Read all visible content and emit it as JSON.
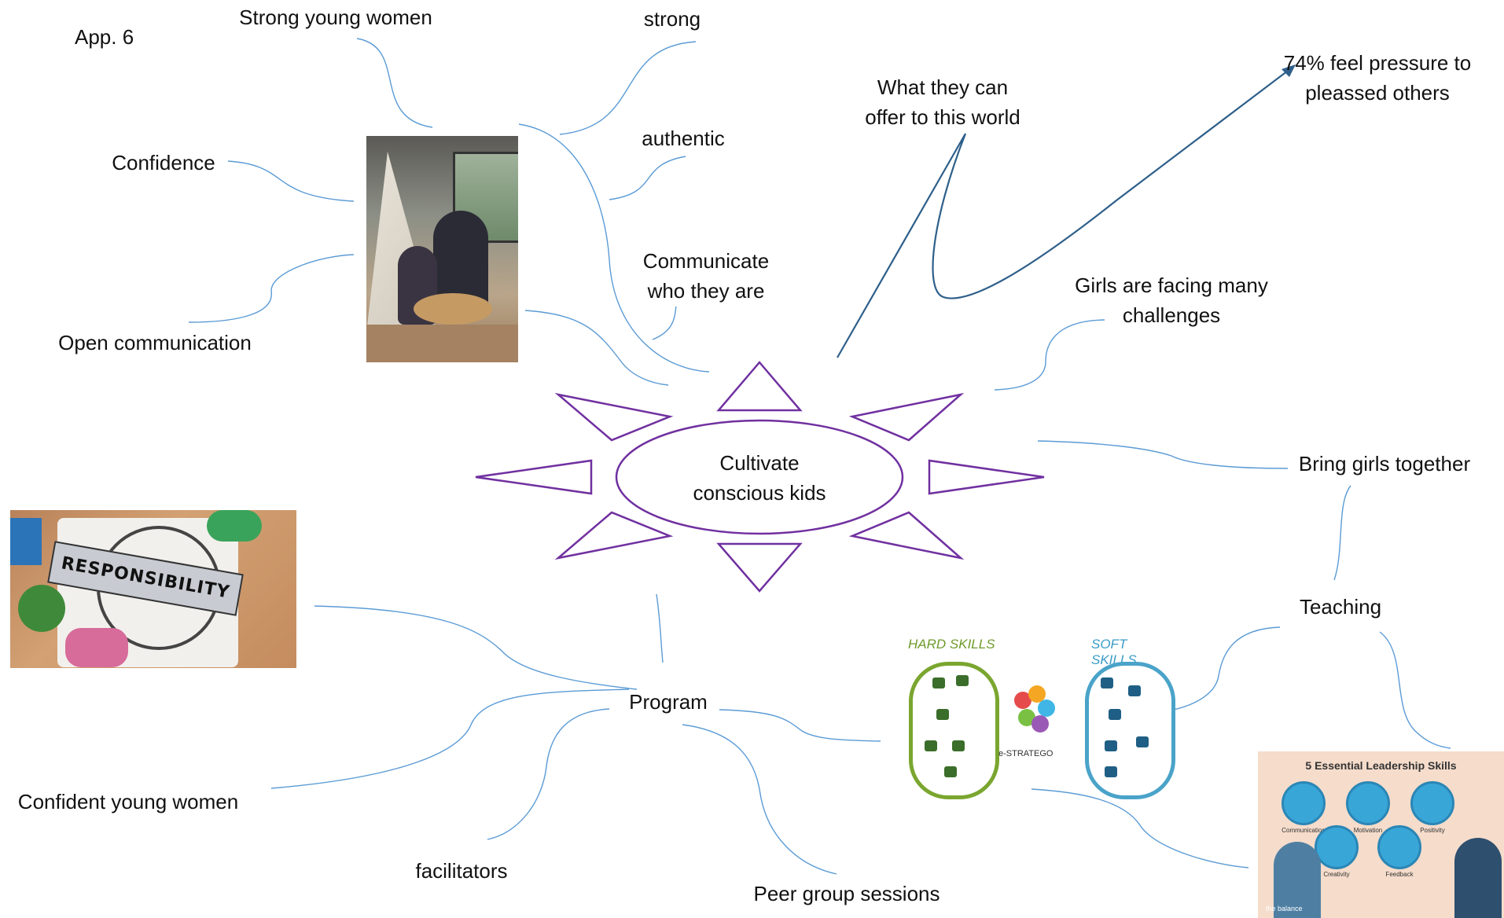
{
  "labels": {
    "app": "App. 6",
    "strong_young_women": "Strong young women",
    "strong": "strong",
    "authentic": "authentic",
    "confidence": "Confidence",
    "open_communication": "Open communication",
    "communicate_1": "Communicate",
    "communicate_2": "who they are",
    "offer_1": "What they can",
    "offer_2": "offer to this world",
    "pressure_1": "74% feel pressure  to",
    "pressure_2": "pleassed others",
    "challenges_1": "Girls are facing many",
    "challenges_2": "challenges",
    "bring_girls": "Bring girls together",
    "teaching": "Teaching",
    "program": "Program",
    "confident_young_women": "Confident young women",
    "facilitators": "facilitators",
    "peer_group": "Peer group sessions"
  },
  "center": {
    "line1": "Cultivate",
    "line2": "conscious kids"
  },
  "images": {
    "responsibility_text": "RESPONSIBILITY",
    "hard_skills": "HARD SKILLS",
    "soft_skills": "SOFT SKILLS",
    "estratego": "e-STRATEGO",
    "leadership_title": "5 Essential Leadership Skills",
    "leadership_items": [
      "Communication",
      "Motivation",
      "Positivity",
      "Creativity",
      "Feedback"
    ],
    "brand": "the balance"
  },
  "colors": {
    "sun": "#7030a0",
    "connector": "#5b9bd5",
    "arrow": "#2e5f8a",
    "hard_skills": "#7aa62f",
    "soft_skills": "#4aa3c9"
  }
}
